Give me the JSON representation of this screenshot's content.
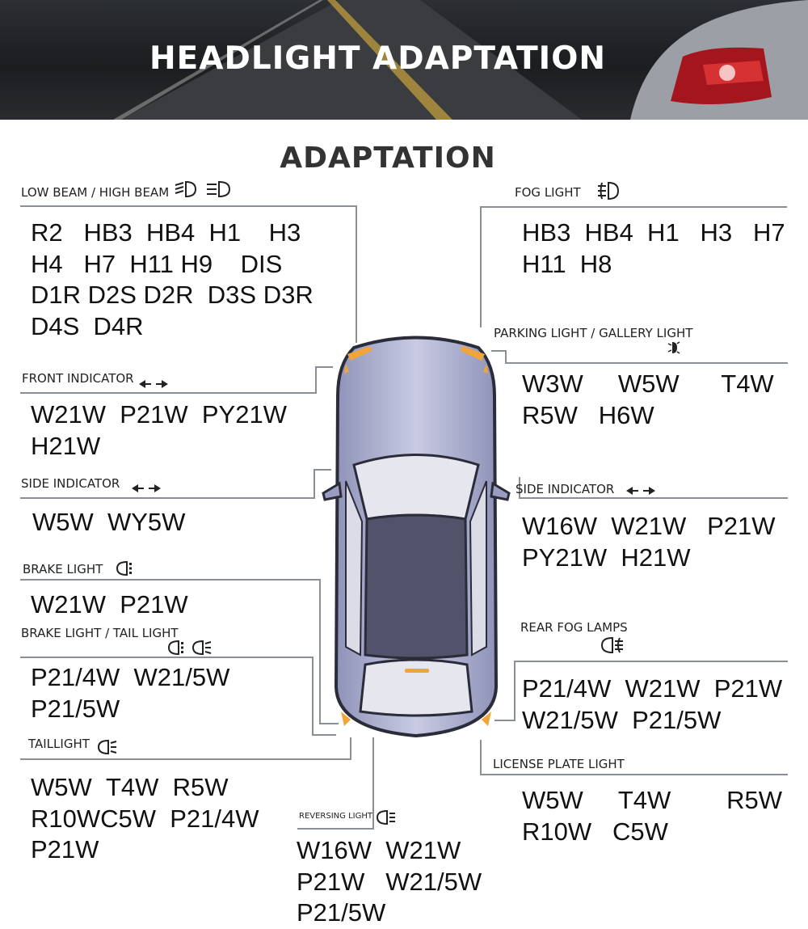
{
  "banner": {
    "title": "HEADLIGHT ADAPTATION"
  },
  "subtitle": "ADAPTATION",
  "sections": {
    "low_high": {
      "label": "LOW BEAM / HIGH BEAM",
      "lines": [
        "R2   HB3  HB4  H1    H3",
        "H4   H7  H11 H9    DIS",
        "D1R D2S D2R  D3S D3R",
        "D4S  D4R"
      ]
    },
    "fog": {
      "label": "FOG LIGHT",
      "lines": [
        "HB3  HB4  H1   H3   H7",
        "H11  H8"
      ]
    },
    "parking": {
      "label": "PARKING LIGHT / GALLERY LIGHT",
      "lines": [
        "W3W     W5W      T4W",
        "R5W   H6W"
      ]
    },
    "front_indicator": {
      "label": "FRONT INDICATOR",
      "lines": [
        "W21W  P21W  PY21W",
        "H21W"
      ]
    },
    "side_indicator_left": {
      "label": "SIDE INDICATOR",
      "lines": [
        "W5W  WY5W"
      ]
    },
    "side_indicator_right": {
      "label": "SIDE INDICATOR",
      "lines": [
        "W16W  W21W   P21W",
        "PY21W  H21W"
      ]
    },
    "brake": {
      "label": "BRAKE LIGHT",
      "lines": [
        "W21W  P21W"
      ]
    },
    "brake_tail": {
      "label": "BRAKE LIGHT / TAIL LIGHT",
      "lines": [
        "P21/4W  W21/5W",
        "P21/5W"
      ]
    },
    "rear_fog": {
      "label": "REAR FOG LAMPS",
      "lines": [
        "P21/4W  W21W  P21W",
        "W21/5W  P21/5W"
      ]
    },
    "taillight": {
      "label": "TAILLIGHT",
      "lines": [
        "W5W  T4W  R5W",
        "R10WC5W  P21/4W",
        "P21W"
      ]
    },
    "license": {
      "label": "LICENSE PLATE LIGHT",
      "lines": [
        "W5W     T4W        R5W",
        "R10W   C5W"
      ]
    },
    "reversing": {
      "label": "REVERSING LIGHT",
      "lines": [
        "W16W  W21W",
        "P21W   W21/5W",
        "P21/5W"
      ]
    }
  },
  "icons": {
    "low_high": [
      "low-beam-icon",
      "high-beam-icon"
    ],
    "fog": "fog-light-icon",
    "parking": "parking-light-icon",
    "front_indicator": "indicator-arrows-icon",
    "side_indicator": "indicator-arrows-icon",
    "brake": "brake-light-icon",
    "brake_tail": [
      "brake-light-icon",
      "tail-light-icon"
    ],
    "rear_fog": "rear-fog-icon",
    "taillight": "taillight-icon",
    "reversing": "reversing-light-icon"
  },
  "colors": {
    "car_body": "#b7b9d6",
    "car_outline": "#2a2c3a",
    "amber": "#f0a43a",
    "line": "#8a8f96"
  }
}
